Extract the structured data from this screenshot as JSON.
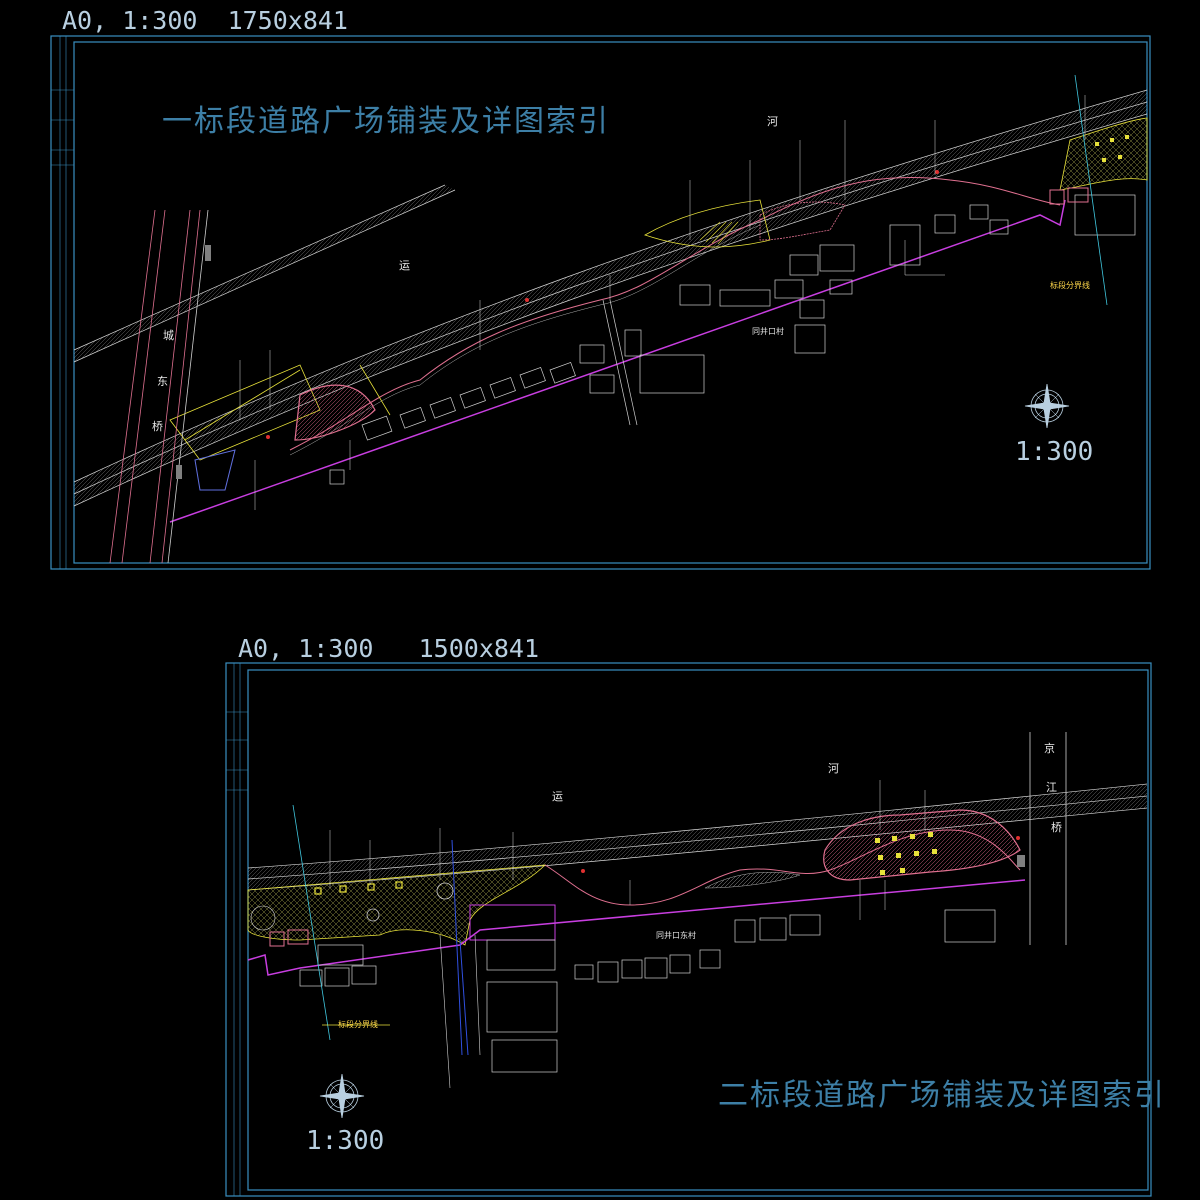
{
  "sheet1": {
    "header": "A0, 1:300  1750x841",
    "title": "一标段道路广场铺装及详图索引",
    "scale": "1:300",
    "labels": {
      "yun": "运",
      "he": "河",
      "cheng": "城",
      "dong": "东",
      "qiao": "桥",
      "boundary": "标段分界线",
      "village": "同井口村"
    }
  },
  "sheet2": {
    "header": "A0, 1:300   1500x841",
    "title": "二标段道路广场铺装及详图索引",
    "scale": "1:300",
    "labels": {
      "yun": "运",
      "he": "河",
      "jing": "京",
      "jiang": "江",
      "qiao": "桥",
      "boundary": "标段分界线",
      "village": "同井口东村"
    }
  },
  "colors": {
    "frame": "#3a8fc0",
    "road": "#e6e6e6",
    "magenta": "#c83ee0",
    "yellow": "#e8e23a",
    "pink": "#e07090",
    "red": "#e03030",
    "cyan": "#40c8e0"
  }
}
